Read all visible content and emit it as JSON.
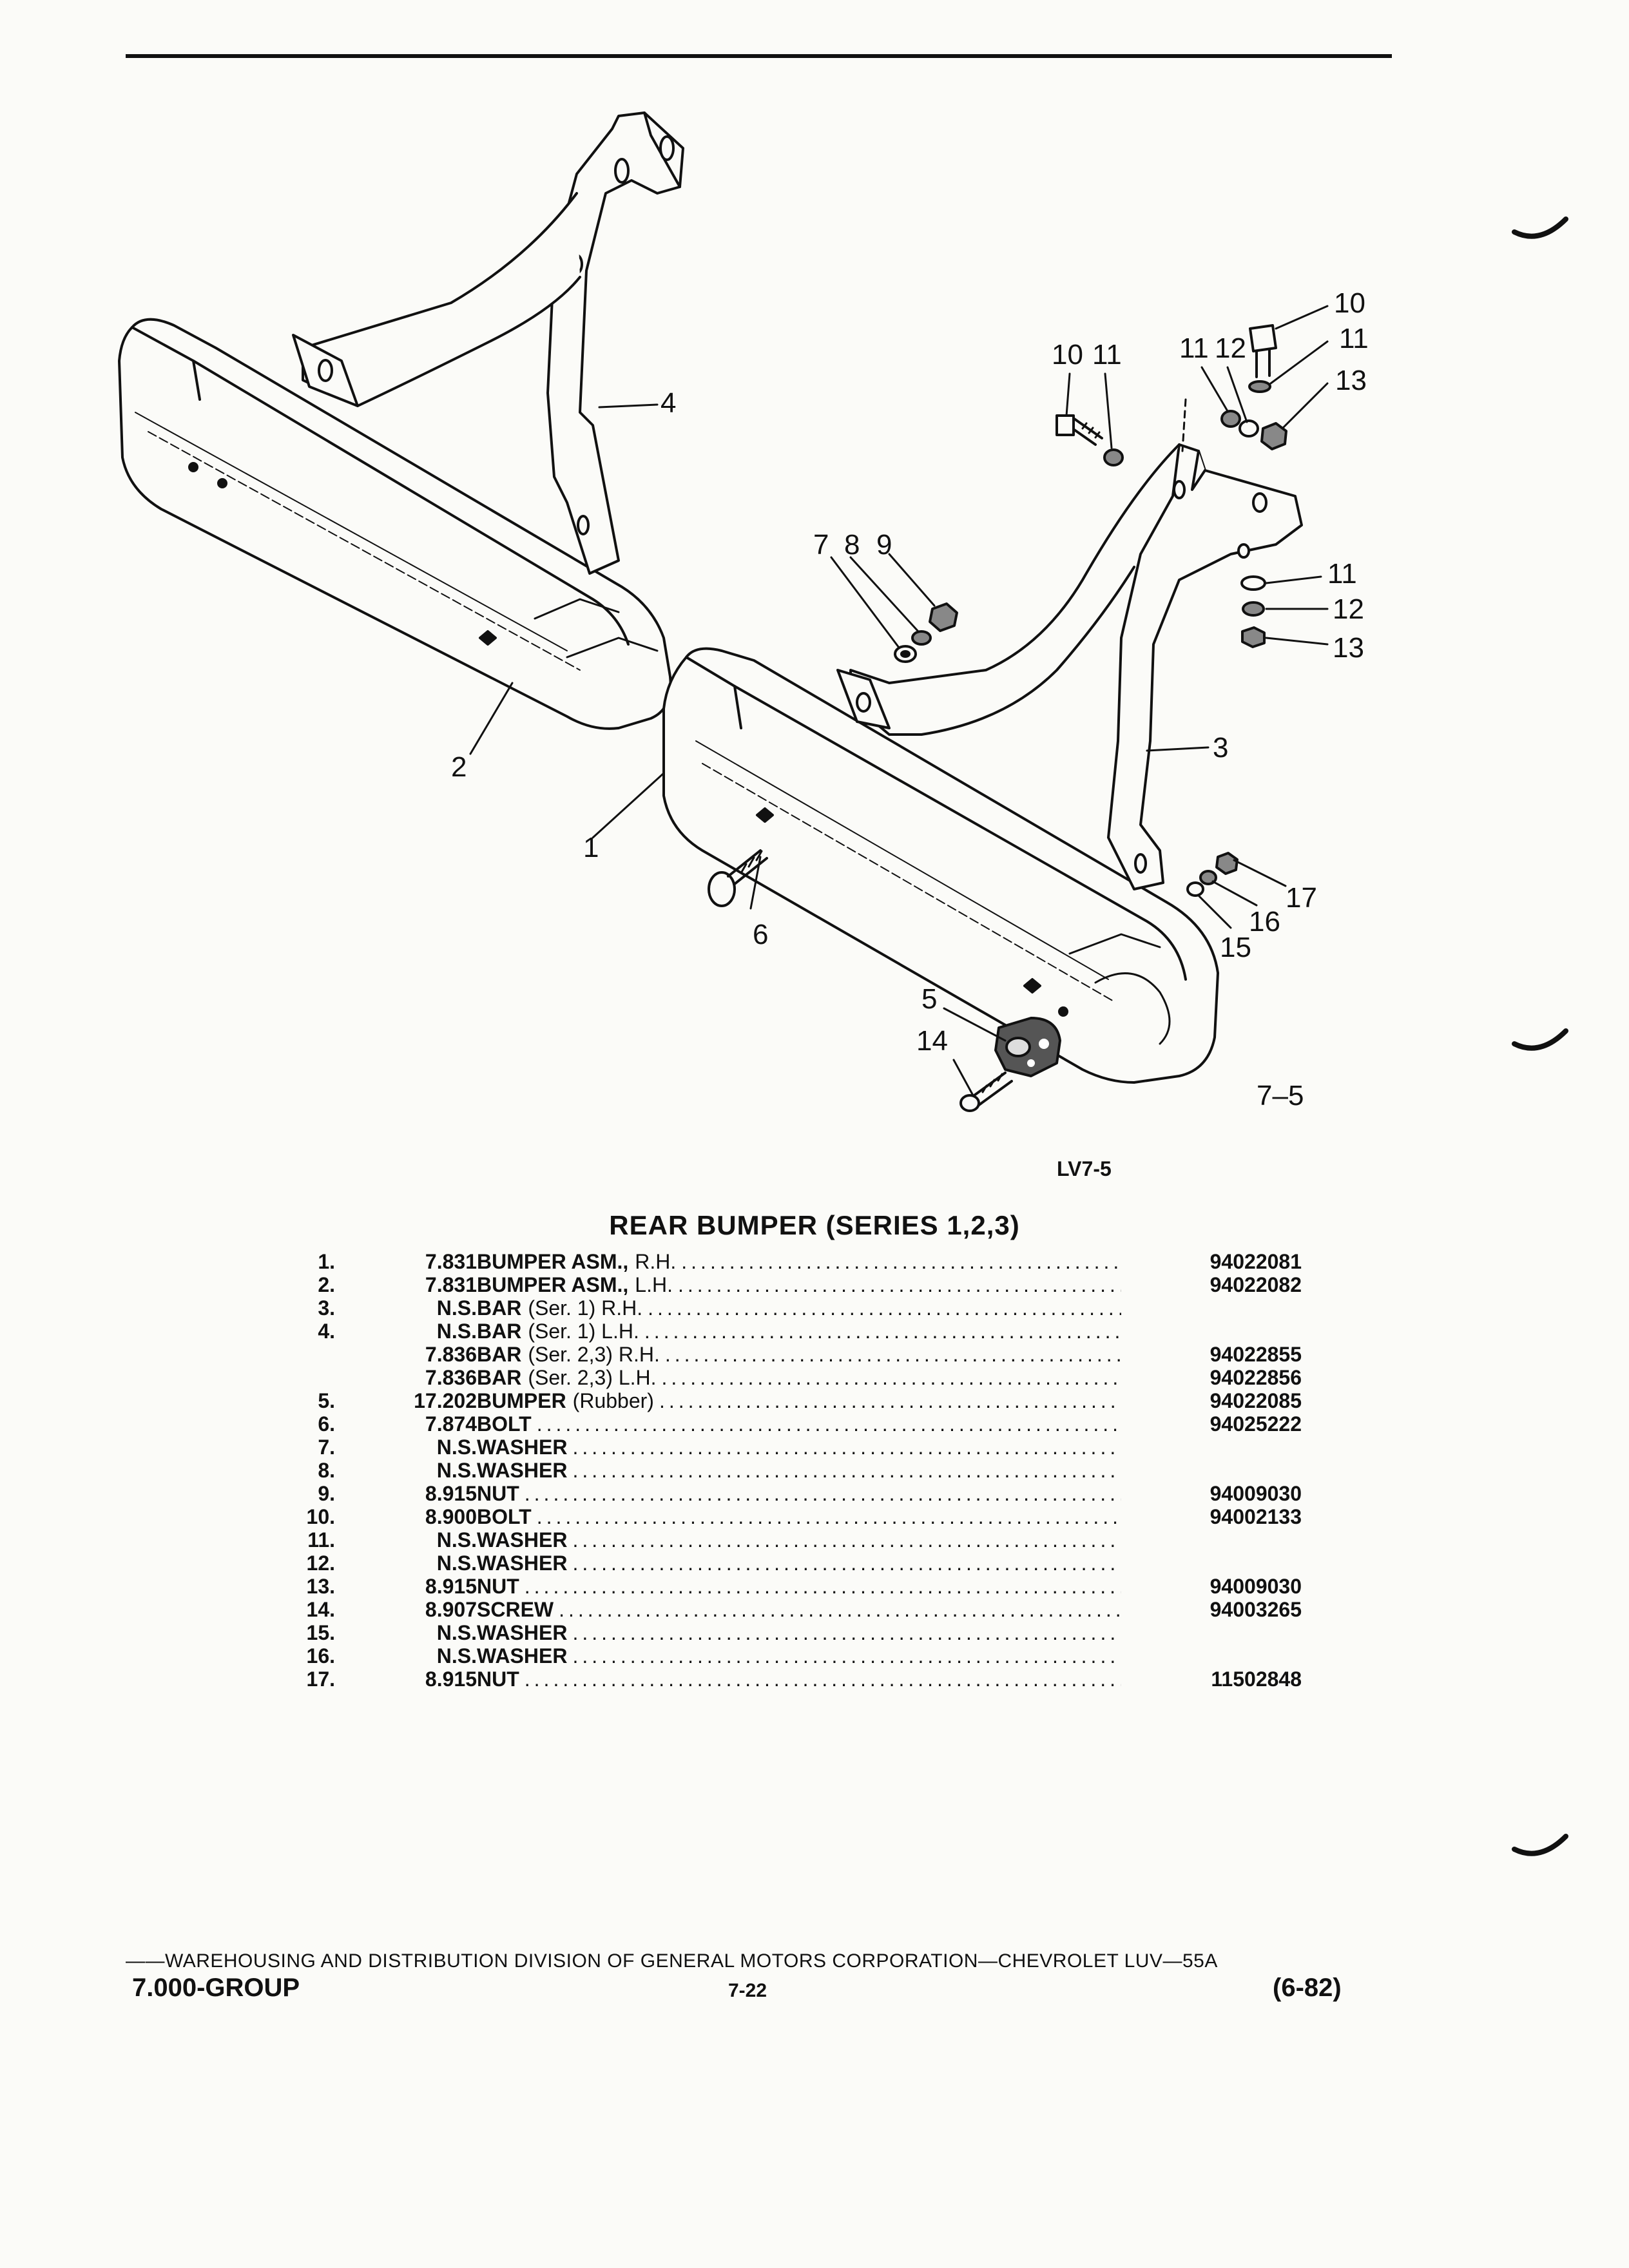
{
  "diagram": {
    "callouts": [
      "1",
      "2",
      "3",
      "4",
      "5",
      "6",
      "7",
      "8",
      "9",
      "10",
      "11",
      "12",
      "13",
      "14",
      "15",
      "16",
      "17"
    ],
    "figure_ref": "7–5",
    "figure_code": "LV7-5"
  },
  "section": {
    "title": "REAR BUMPER (SERIES 1,2,3)"
  },
  "parts": [
    {
      "num": "1.",
      "group": "7.831",
      "name": "BUMPER ASM.,",
      "qual": "R.H.",
      "pn": "94022081"
    },
    {
      "num": "2.",
      "group": "7.831",
      "name": "BUMPER ASM.,",
      "qual": "L.H.",
      "pn": "94022082"
    },
    {
      "num": "3.",
      "group": "N.S.",
      "name": "BAR",
      "qual": "(Ser. 1) R.H.",
      "pn": ""
    },
    {
      "num": "4.",
      "group": "N.S.",
      "name": "BAR",
      "qual": "(Ser. 1) L.H.",
      "pn": ""
    },
    {
      "num": "",
      "group": "7.836",
      "name": "BAR",
      "qual": "(Ser. 2,3) R.H.",
      "pn": "94022855"
    },
    {
      "num": "",
      "group": "7.836",
      "name": "BAR",
      "qual": "(Ser. 2,3) L.H.",
      "pn": "94022856"
    },
    {
      "num": "5.",
      "group": "17.202",
      "name": "BUMPER",
      "qual": "(Rubber)",
      "pn": "94022085"
    },
    {
      "num": "6.",
      "group": "7.874",
      "name": "BOLT",
      "qual": "",
      "pn": "94025222"
    },
    {
      "num": "7.",
      "group": "N.S.",
      "name": "WASHER",
      "qual": "",
      "pn": ""
    },
    {
      "num": "8.",
      "group": "N.S.",
      "name": "WASHER",
      "qual": "",
      "pn": ""
    },
    {
      "num": "9.",
      "group": "8.915",
      "name": "NUT",
      "qual": "",
      "pn": "94009030"
    },
    {
      "num": "10.",
      "group": "8.900",
      "name": "BOLT",
      "qual": "",
      "pn": "94002133"
    },
    {
      "num": "11.",
      "group": "N.S.",
      "name": "WASHER",
      "qual": "",
      "pn": ""
    },
    {
      "num": "12.",
      "group": "N.S.",
      "name": "WASHER",
      "qual": "",
      "pn": ""
    },
    {
      "num": "13.",
      "group": "8.915",
      "name": "NUT",
      "qual": "",
      "pn": "94009030"
    },
    {
      "num": "14.",
      "group": "8.907",
      "name": "SCREW",
      "qual": "",
      "pn": "94003265"
    },
    {
      "num": "15.",
      "group": "N.S.",
      "name": "WASHER",
      "qual": "",
      "pn": ""
    },
    {
      "num": "16.",
      "group": "N.S.",
      "name": "WASHER",
      "qual": "",
      "pn": ""
    },
    {
      "num": "17.",
      "group": "8.915",
      "name": "NUT",
      "qual": "",
      "pn": "11502848"
    }
  ],
  "footer": {
    "line": "——WAREHOUSING AND DISTRIBUTION  DIVISION OF GENERAL MOTORS CORPORATION—CHEVROLET LUV—55A",
    "group": "7.000-GROUP",
    "page": "7-22",
    "date": "(6-82)"
  }
}
